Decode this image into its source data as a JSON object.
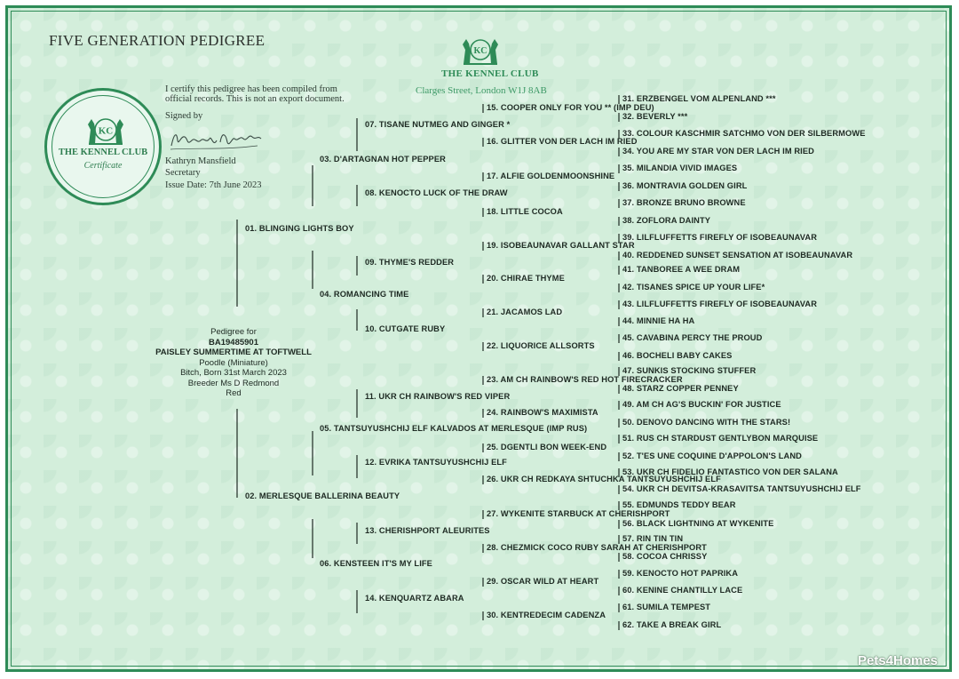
{
  "document": {
    "title": "FIVE GENERATION PEDIGREE",
    "certification": [
      "I certify this pedigree has been compiled  from",
      "official records. This is not an export document."
    ],
    "signed_by_label": "Signed by",
    "signatory_name": "Kathryn Mansfield",
    "signatory_role": "Secretary",
    "issue_date": "Issue Date: 7th June 2023"
  },
  "seal": {
    "initials": "KC",
    "name": "THE KENNEL CLUB",
    "subtitle": "Certificate"
  },
  "kennel_club": {
    "initials": "KC",
    "name": "THE KENNEL CLUB",
    "address": "Clarges Street, London W1J 8AB"
  },
  "dog": {
    "heading": "Pedigree for",
    "registration": "BA19485901",
    "name": "PAISLEY SUMMERTIME AT TOFTWELL",
    "breed": "Poodle (Miniature)",
    "sex_birth": "Bitch, Born 31st March 2023",
    "breeder": "Breeder Ms D Redmond",
    "colour": "Red"
  },
  "ancestors": {
    "gen1": [
      "01. BLINGING LIGHTS BOY",
      "02. MERLESQUE BALLERINA BEAUTY"
    ],
    "gen2": [
      "03. D'ARTAGNAN HOT PEPPER",
      "04. ROMANCING TIME",
      "05. TANTSUYUSHCHIJ ELF KALVADOS AT MERLESQUE (IMP RUS)",
      "06. KENSTEEN IT'S MY LIFE"
    ],
    "gen3": [
      "07. TISANE NUTMEG AND GINGER *",
      "08. KENOCTO LUCK OF THE DRAW",
      "09. THYME'S REDDER",
      "10. CUTGATE RUBY",
      "11. UKR CH RAINBOW'S RED VIPER",
      "12. EVRIKA TANTSUYUSHCHIJ ELF",
      "13. CHERISHPORT ALEURITES",
      "14. KENQUARTZ ABARA"
    ],
    "gen4": [
      "15. COOPER ONLY FOR YOU ** (IMP DEU)",
      "16. GLITTER VON DER LACH IM RIED",
      "17. ALFIE GOLDENMOONSHINE",
      "18. LITTLE COCOA",
      "19. ISOBEAUNAVAR GALLANT STAR",
      "20. CHIRAE THYME",
      "21. JACAMOS LAD",
      "22. LIQUORICE ALLSORTS",
      "23. AM CH RAINBOW'S RED HOT FIRECRACKER",
      "24. RAINBOW'S MAXIMISTA",
      "25. DGENTLI BON WEEK-END",
      "26. UKR CH REDKAYA SHTUCHKA TANTSUYUSHCHIJ ELF",
      "27. WYKENITE STARBUCK AT CHERISHPORT",
      "28. CHEZMICK COCO RUBY SARAH AT CHERISHPORT",
      "29. OSCAR WILD AT HEART",
      "30. KENTREDECIM CADENZA"
    ],
    "gen5": [
      "31. ERZBENGEL VOM ALPENLAND ***",
      "32. BEVERLY ***",
      "33. COLOUR KASCHMIR SATCHMO VON DER SILBERMOWE",
      "34. YOU ARE MY STAR VON DER LACH IM RIED",
      "35. MILANDIA VIVID IMAGES",
      "36. MONTRAVIA GOLDEN GIRL",
      "37. BRONZE BRUNO BROWNE",
      "38. ZOFLORA DAINTY",
      "39. LILFLUFFETTS FIREFLY OF ISOBEAUNAVAR",
      "40. REDDENED SUNSET SENSATION AT ISOBEAUNAVAR",
      "41. TANBOREE A WEE DRAM",
      "42. TISANES SPICE UP YOUR LIFE*",
      "43. LILFLUFFETTS FIREFLY OF ISOBEAUNAVAR",
      "44. MINNIE HA HA",
      "45. CAVABINA PERCY THE PROUD",
      "46. BOCHELI BABY CAKES",
      "47. SUNKIS STOCKING STUFFER",
      "48. STARZ COPPER PENNEY",
      "49. AM CH AG'S BUCKIN' FOR JUSTICE",
      "50. DENOVO DANCING WITH THE STARS!",
      "51. RUS CH STARDUST GENTLYBON MARQUISE",
      "52. T'ES UNE COQUINE D'APPOLON'S LAND",
      "53. UKR CH FIDELIO FANTASTICO VON DER SALANA",
      "54. UKR CH DEVITSA-KRASAVITSA TANTSUYUSHCHIJ ELF",
      "55. EDMUNDS TEDDY BEAR",
      "56. BLACK LIGHTNING AT WYKENITE",
      "57. RIN TIN TIN",
      "58. COCOA CHRISSY",
      "59. KENOCTO HOT PAPRIKA",
      "60. KENINE CHANTILLY LACE",
      "61. SUMILA TEMPEST",
      "62. TAKE A BREAK GIRL"
    ]
  },
  "watermark": "Pets4Homes",
  "colors": {
    "paper": "#d3eedb",
    "border": "#2e8b57",
    "brand_green": "#2e8b57"
  }
}
